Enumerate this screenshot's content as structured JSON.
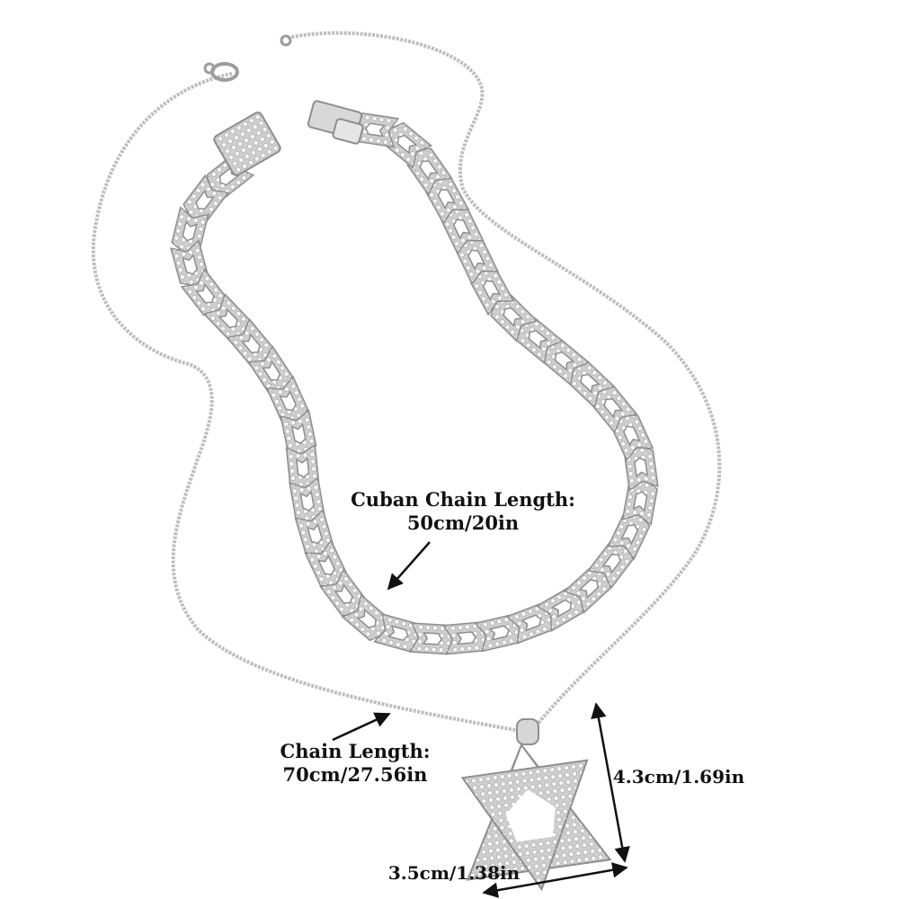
{
  "colors": {
    "background": "#ffffff",
    "metal": "#c9c9c9",
    "metal_dark": "#8e8e8e",
    "stone": "#f4f4f4",
    "text": "#111111",
    "arrow": "#111111"
  },
  "annotations": {
    "cuban_chain": {
      "title": "Cuban Chain Length:",
      "value": "50cm/20in"
    },
    "box_chain": {
      "title": "Chain Length:",
      "value": "70cm/27.56in"
    },
    "pendant_height": "4.3cm/1.69in",
    "pendant_width": "3.5cm/1.38in"
  },
  "icons": [
    "lobster-clasp-icon",
    "box-clasp-icon",
    "star-of-david-pendant-icon",
    "arrow-icon"
  ]
}
